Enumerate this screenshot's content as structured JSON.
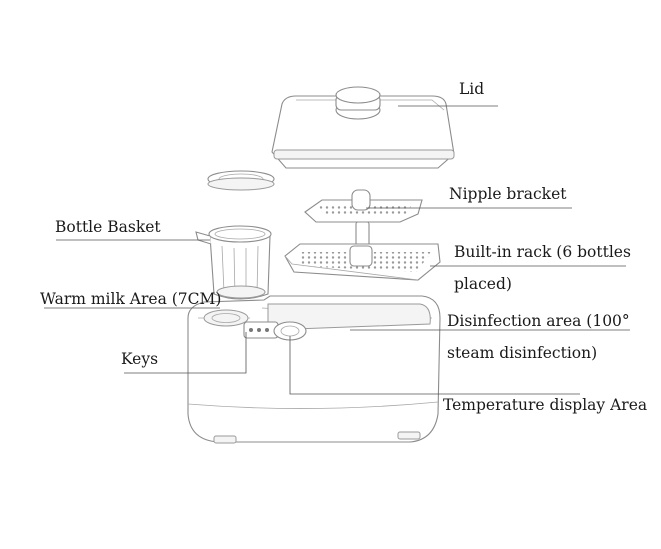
{
  "labels": {
    "lid": "Lid",
    "nipple_bracket": "Nipple bracket",
    "bottle_basket": "Bottle Basket",
    "built_in_rack_line1": "Built-in rack (6 bottles",
    "built_in_rack_line2": "placed)",
    "warm_milk_area": "Warm milk Area (7CM)",
    "disinfection_area_line1": "Disinfection area (100°",
    "disinfection_area_line2": "steam disinfection)",
    "keys": "Keys",
    "temperature_display_area": "Temperature display Area"
  },
  "colors": {
    "outline": "#8c8c8c",
    "leader_line": "#555555",
    "text": "#1a1a1a",
    "background": "#ffffff"
  }
}
